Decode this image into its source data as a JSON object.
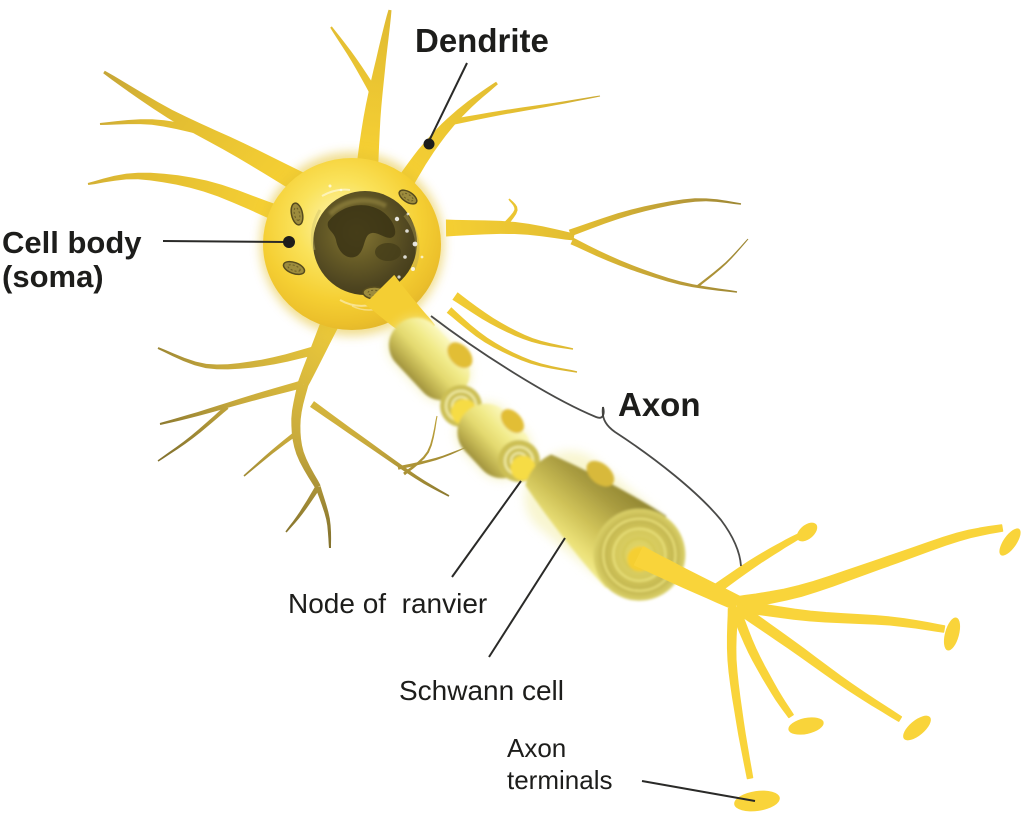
{
  "figure": {
    "type": "labeled-diagram",
    "subject": "Neuron anatomy",
    "background_color": "#ffffff",
    "text_color": "#1d1d1b",
    "neuron_color": "#f8d338",
    "myelin_color": "#efe782",
    "nucleus_color": "#4e4520",
    "labels": {
      "dendrite": "Dendrite",
      "cell_body_line1": "Cell body",
      "cell_body_line2": "(soma)",
      "axon": "Axon",
      "node_of_ranvier": "Node of  ranvier",
      "schwann_cell": "Schwann cell",
      "axon_terminals_line1": "Axon",
      "axon_terminals_line2": "terminals"
    }
  }
}
